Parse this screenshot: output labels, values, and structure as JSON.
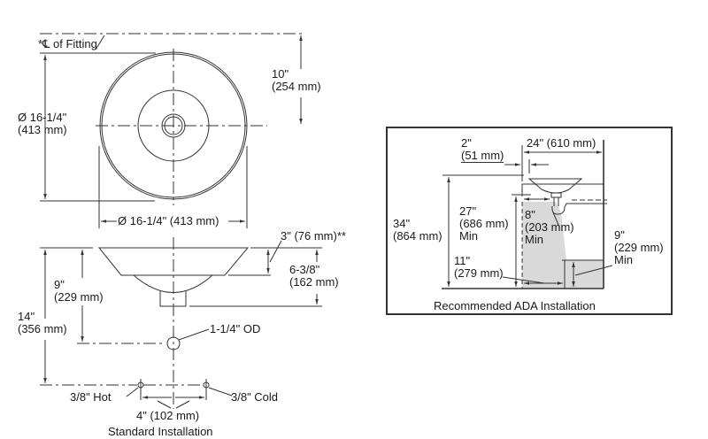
{
  "top_view": {
    "centerline_label": "*℄ of Fitting",
    "height_to_fitting_in": "10\"",
    "height_to_fitting_mm": "(254 mm)",
    "diameter_vertical_in": "Ø 16-1/4\"",
    "diameter_vertical_mm": "(413 mm)",
    "diameter_horizontal": "Ø 16-1/4\" (413 mm)"
  },
  "side_view": {
    "rim_height": "3\" (76 mm)**",
    "bowl_depth_in": "6-3/8\"",
    "bowl_depth_mm": "(162 mm)",
    "drain_drop_in": "9\"",
    "drain_drop_mm": "(229 mm)",
    "supply_drop_in": "14\"",
    "supply_drop_mm": "(356 mm)",
    "drain_od": "1-1/4\" OD",
    "hot_supply": "3/8\" Hot",
    "cold_supply": "3/8\" Cold",
    "supply_spacing": "4\" (102 mm)",
    "caption": "Standard Installation"
  },
  "ada_view": {
    "setback_in": "2\"",
    "setback_mm": "(51 mm)",
    "depth": "24\" (610 mm)",
    "rim_height_in": "34\"",
    "rim_height_mm": "(864 mm)",
    "knee_height_in": "27\"",
    "knee_height_mm": "(686 mm)",
    "knee_height_note": "Min",
    "knee_depth_in": "8\"",
    "knee_depth_mm": "(203 mm)",
    "knee_depth_note": "Min",
    "toe_depth_in": "11\"",
    "toe_depth_mm": "(279 mm)",
    "toe_height_in": "9\"",
    "toe_height_mm": "(229 mm)",
    "toe_height_note": "Min",
    "caption": "Recommended ADA Installation"
  },
  "colors": {
    "line": "#333333",
    "knee_clearance_fill": "#d9d9d9",
    "border": "#333333"
  }
}
